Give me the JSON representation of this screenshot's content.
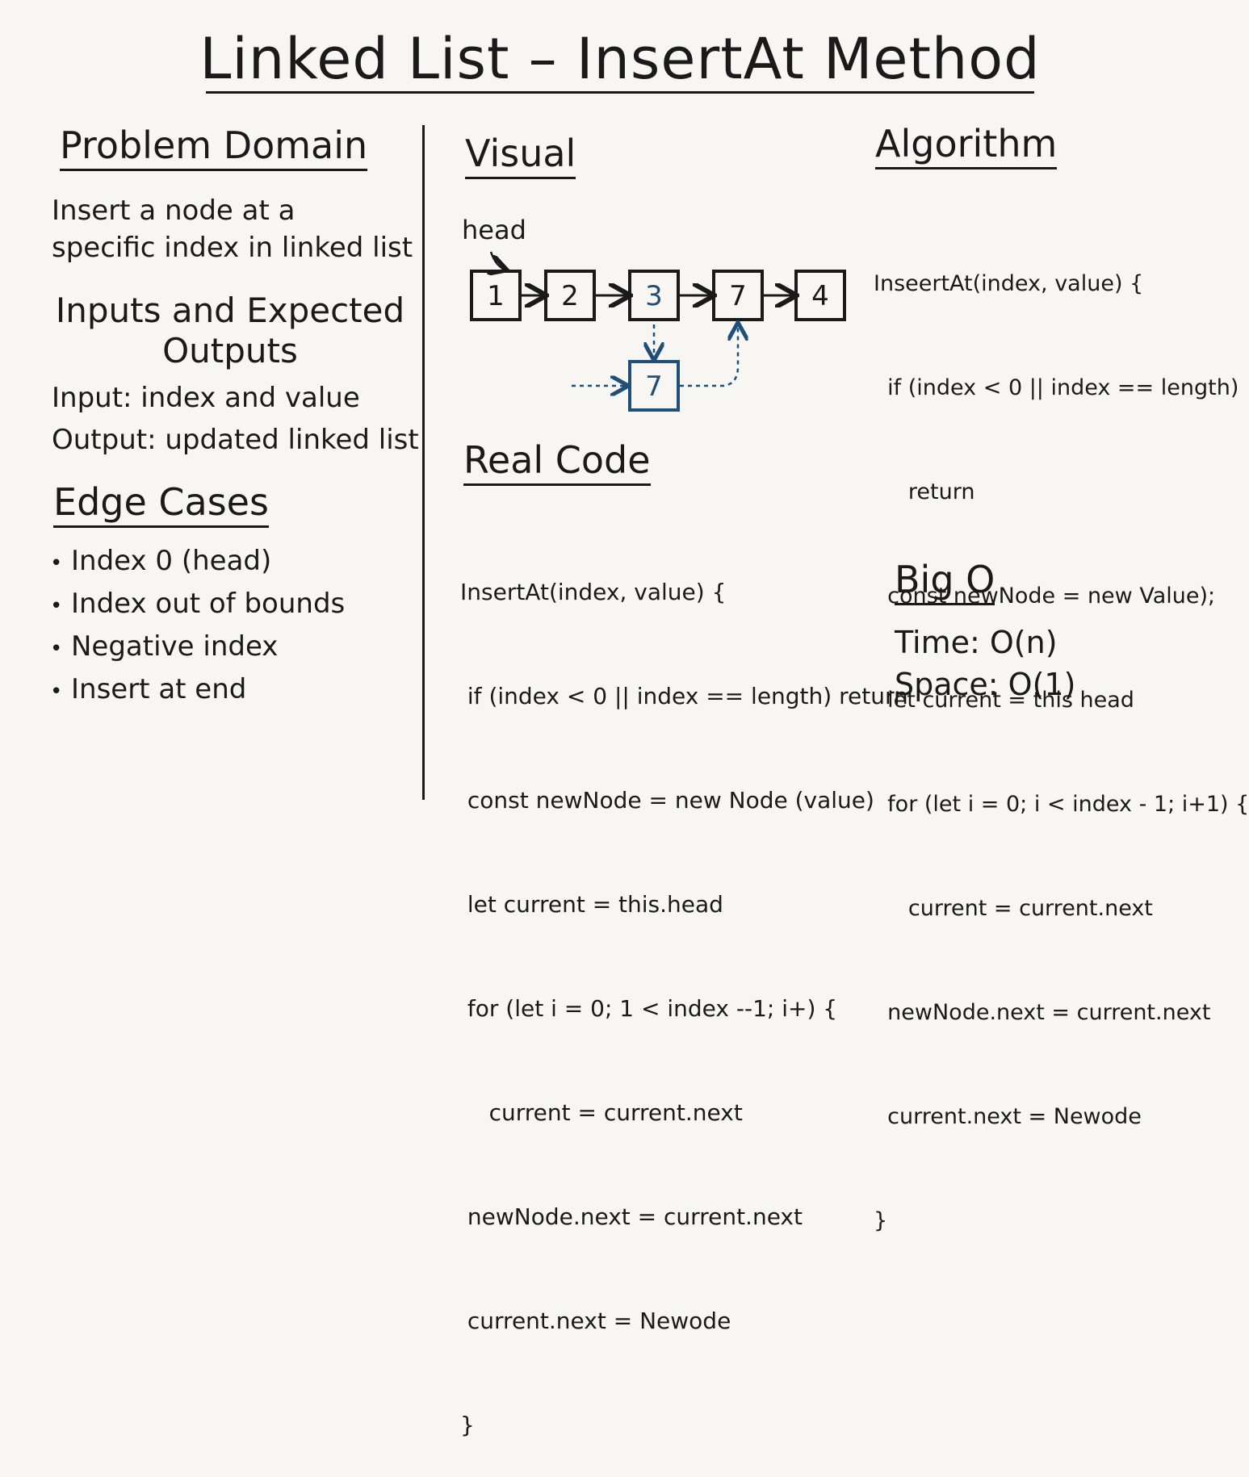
{
  "title": "Linked List – InsertAt Method",
  "problem_domain": {
    "heading": "Problem Domain",
    "description_lines": [
      "Insert a node at a",
      "specific index in linked list"
    ]
  },
  "inputs_outputs": {
    "heading_lines": [
      "Inputs and Expected",
      "Outputs"
    ],
    "input": "Input: index and value",
    "output": "Output: updated linked list"
  },
  "edge_cases": {
    "heading": "Edge Cases",
    "items": [
      "Index 0 (head)",
      "Index out of bounds",
      "Negative index",
      "Insert at end"
    ]
  },
  "visual": {
    "heading": "Visual",
    "head_label": "head",
    "list_nodes": [
      "1",
      "2",
      "3",
      "7",
      "4"
    ],
    "new_node": "7",
    "new_node_color": "#1f4e79"
  },
  "real_code": {
    "heading": "Real Code",
    "lines": [
      "InsertAt(index, value) {",
      " if (index < 0 || index == length) return",
      " const newNode = new Node (value)",
      " let current = this.head",
      " for (let i = 0; 1 < index --1; i+) {",
      "    current = current.next",
      " newNode.next = current.next",
      " current.next = Newode",
      "}"
    ]
  },
  "algorithm": {
    "heading": "Algorithm",
    "lines": [
      "InseertAt(index, value) {",
      "  if (index < 0 || index == length)",
      "     return",
      "  const newNode = new Value);",
      "  let current = this head",
      "  for (let i = 0; i < index - 1; i+1) {",
      "     current = current.next",
      "  newNode.next = current.next",
      "  current.next = Newode",
      "}"
    ]
  },
  "big_o": {
    "heading": "Big O",
    "time": "Time: O(n)",
    "space": "Space: O(1)"
  }
}
